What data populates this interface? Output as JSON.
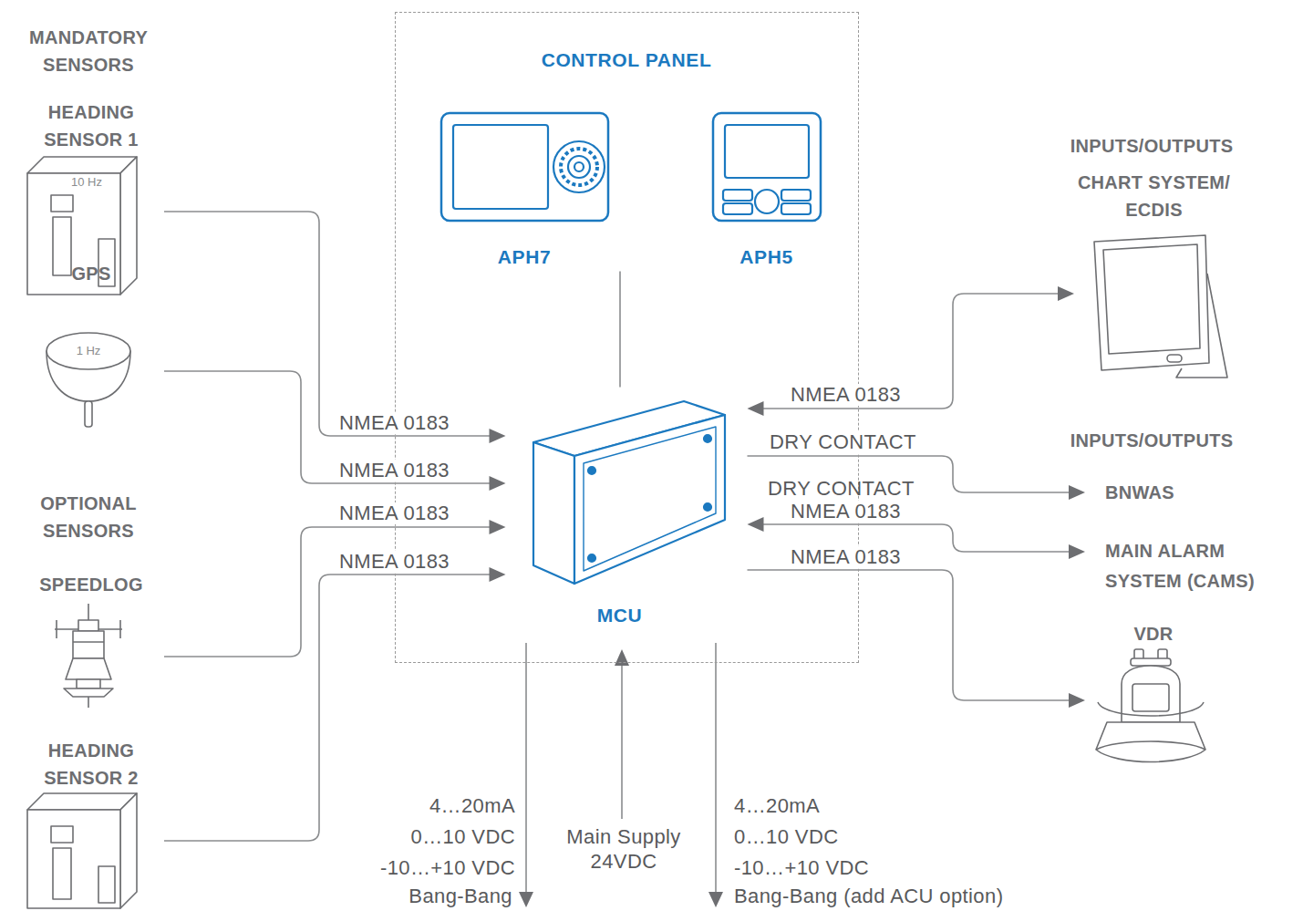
{
  "diagram": {
    "nodes": [
      {
        "text": [
          "CONTROL PANEL"
        ]
      },
      {
        "text": [
          "APH7"
        ],
        "in": 0
      },
      {
        "text": [
          "APH5"
        ],
        "in": 0
      },
      {
        "text": [
          "MCU"
        ],
        "in": 0
      },
      {
        "text": [
          "HEADING SENSOR 1",
          "10 Hz"
        ]
      },
      {
        "text": [
          "GPS",
          "1 Hz"
        ]
      },
      {
        "text": [
          "SPEEDLOG"
        ]
      },
      {
        "text": [
          "HEADING SENSOR 2"
        ]
      },
      {
        "text": [
          "CHART SYSTEM/ ECDIS"
        ]
      },
      {
        "text": [
          "BNWAS"
        ]
      },
      {
        "text": [
          "MAIN ALARM SYSTEM (CAMS)"
        ]
      },
      {
        "text": [
          "VDR"
        ]
      }
    ],
    "edges": [
      {
        "from": 4,
        "to": 3,
        "label": "NMEA 0183",
        "arrow": "to"
      },
      {
        "from": 5,
        "to": 3,
        "label": "NMEA 0183",
        "arrow": "to"
      },
      {
        "from": 6,
        "to": 3,
        "label": "NMEA 0183",
        "arrow": "to"
      },
      {
        "from": 7,
        "to": 3,
        "label": "NMEA 0183",
        "arrow": "to"
      },
      {
        "from": 1,
        "to": 3,
        "arrow": "none"
      },
      {
        "from": 3,
        "to": 8,
        "label": "NMEA 0183",
        "arrow": "both"
      },
      {
        "from": 3,
        "to": 9,
        "label": "DRY CONTACT",
        "arrow": "to"
      },
      {
        "from": 3,
        "to": 10,
        "label": "NMEA 0183",
        "arrow": "both"
      },
      {
        "from": 3,
        "to": 11,
        "label": "NMEA 0183",
        "arrow": "to"
      }
    ],
    "labels": [
      "MANDATORY SENSORS",
      "OPTIONAL SENSORS",
      "INPUTS/OUTPUTS",
      "INPUTS/OUTPUTS",
      "DRY CONTACT",
      "4…20mA",
      "0…10 VDC",
      "-10…+10 VDC",
      "Bang-Bang",
      "Main Supply 24VDC",
      "4…20mA",
      "0…10 VDC",
      "-10…+10 VDC",
      "Bang-Bang (add ACU option)"
    ]
  }
}
